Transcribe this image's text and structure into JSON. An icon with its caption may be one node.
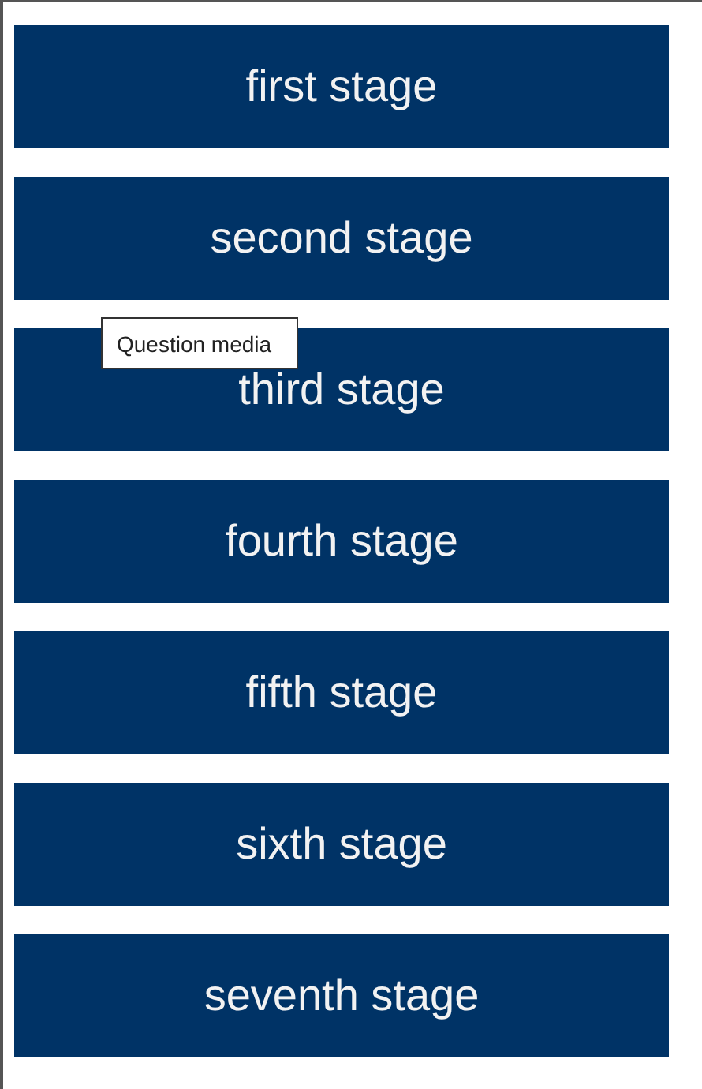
{
  "diagram": {
    "nodes": [
      {
        "text": [
          "first stage"
        ]
      },
      {
        "text": [
          "second stage"
        ]
      },
      {
        "text": [
          "third stage"
        ]
      },
      {
        "text": [
          "fourth stage"
        ]
      },
      {
        "text": [
          "fifth stage"
        ]
      },
      {
        "text": [
          "sixth stage"
        ]
      },
      {
        "text": [
          "seventh stage"
        ]
      }
    ],
    "labels": [
      "Question media"
    ]
  }
}
